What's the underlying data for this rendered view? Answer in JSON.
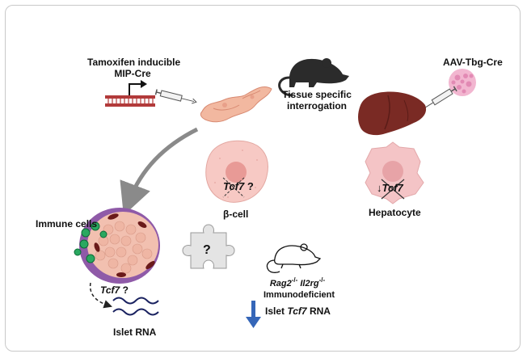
{
  "labels": {
    "tamoxifen_line1": "Tamoxifen inducible",
    "tamoxifen_line2": "MIP-Cre",
    "tissue_line1": "Tissue specific",
    "tissue_line2": "interrogation",
    "aav": "AAV-Tbg-Cre",
    "beta_tcf7": "Tcf7",
    "beta_question": "?",
    "beta_cell": "β-cell",
    "hep_arrow": "↓",
    "hep_tcf7": "Tcf7",
    "hepatocyte": "Hepatocyte",
    "immune_cells": "Immune cells",
    "islet_tcf7": "Tcf7",
    "islet_question": "?",
    "puzzle_question": "?",
    "rag2": "Rag2",
    "rag2_sup": "-/-",
    "il2rg": "Il2rg",
    "il2rg_sup": "-/-",
    "immunodeficient": "Immunodeficient",
    "islet_rna_prefix": "Islet",
    "islet_rna_gene": "Tcf7",
    "islet_rna_suffix": "RNA",
    "islet_rna": "Islet RNA"
  },
  "colors": {
    "pancreas": "#f2b8a0",
    "liver": "#7a2a24",
    "beta_cell": "#f7c9c4",
    "hepatocyte": "#f4c4c6",
    "down_arrow": "#3566b8",
    "promoter": "#b23a3a"
  },
  "icons": [
    "mouse-icon",
    "virus-icon",
    "syringe-icon",
    "puzzle-icon",
    "dna-icon",
    "rna-icon"
  ]
}
